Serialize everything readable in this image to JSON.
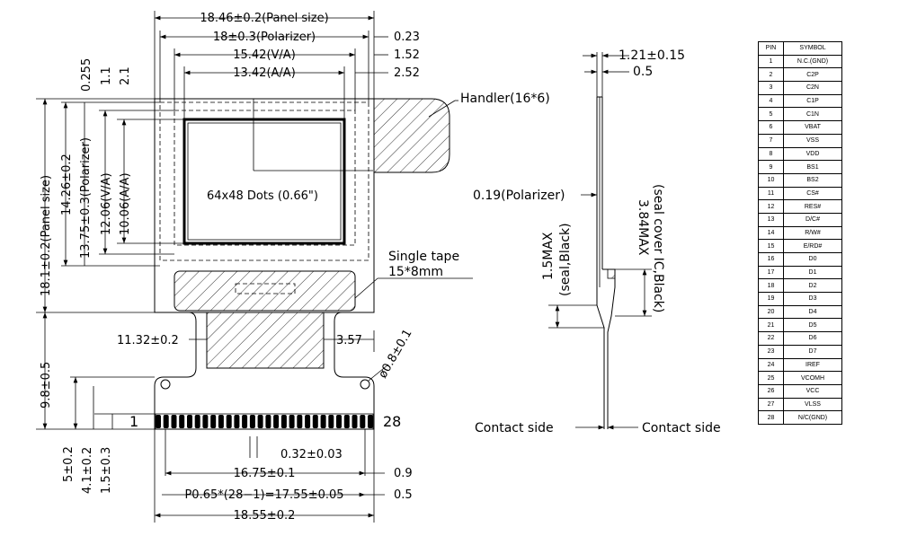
{
  "front": {
    "dims_top": {
      "panel": "18.46±0.2(Panel size)",
      "polarizer": "18±0.3(Polarizer)",
      "va": "15.42(V/A)",
      "aa": "13.42(A/A)",
      "r1": "0.23",
      "r2": "1.52",
      "r3": "2.52"
    },
    "dims_left": {
      "v0255": "0.255",
      "v11": "1.1",
      "v21": "2.1",
      "polarizer_h": "14.26±0.2",
      "polarizer_h2": "13.75±0.3(Polarizer)",
      "va_h": "12.06(V/A)",
      "aa_h": "10.06(A/A)",
      "panel_h": "18.1±0.2(Panel size)",
      "tail": "9.8±0.5",
      "b1": "5±0.2",
      "b2": "4.1±0.2",
      "b3": "1.5±0.3"
    },
    "display_label": "64x48 Dots (0.66\")",
    "handler": "Handler(16*6)",
    "tape_line1": "Single tape",
    "tape_line2": "15*8mm",
    "fpc_width": "11.32±0.2",
    "fpc_right": "3.57",
    "hole": "ø0.8±0.1",
    "pin_first": "1",
    "pin_last": "28",
    "pin_width": "0.32±0.03",
    "span": "16.75±0.1",
    "span_r": "0.9",
    "pitch": "P0.65*(28−1)=17.55±0.05",
    "pitch_r": "0.5",
    "total": "18.55±0.2"
  },
  "side": {
    "t1": "1.21±0.15",
    "t2": "0.5",
    "polarizer": "0.19(Polarizer)",
    "seal_ic_1": "3.84MAX",
    "seal_ic_2": "(seal cover IC,Black)",
    "seal_1": "1.5MAX",
    "seal_2": "(seal,Black)",
    "contact_left": "Contact side",
    "contact_right": "Contact side"
  },
  "pins": {
    "header_pin": "PIN",
    "header_symbol": "SYMBOL",
    "rows": [
      [
        "1",
        "N.C.(GND)"
      ],
      [
        "2",
        "C2P"
      ],
      [
        "3",
        "C2N"
      ],
      [
        "4",
        "C1P"
      ],
      [
        "5",
        "C1N"
      ],
      [
        "6",
        "VBAT"
      ],
      [
        "7",
        "VSS"
      ],
      [
        "8",
        "VDD"
      ],
      [
        "9",
        "BS1"
      ],
      [
        "10",
        "BS2"
      ],
      [
        "11",
        "CS#"
      ],
      [
        "12",
        "RES#"
      ],
      [
        "13",
        "D/C#"
      ],
      [
        "14",
        "R/W#"
      ],
      [
        "15",
        "E/RD#"
      ],
      [
        "16",
        "D0"
      ],
      [
        "17",
        "D1"
      ],
      [
        "18",
        "D2"
      ],
      [
        "19",
        "D3"
      ],
      [
        "20",
        "D4"
      ],
      [
        "21",
        "D5"
      ],
      [
        "22",
        "D6"
      ],
      [
        "23",
        "D7"
      ],
      [
        "24",
        "IREF"
      ],
      [
        "25",
        "VCOMH"
      ],
      [
        "26",
        "VCC"
      ],
      [
        "27",
        "VLSS"
      ],
      [
        "28",
        "N/C(GND)"
      ]
    ]
  }
}
